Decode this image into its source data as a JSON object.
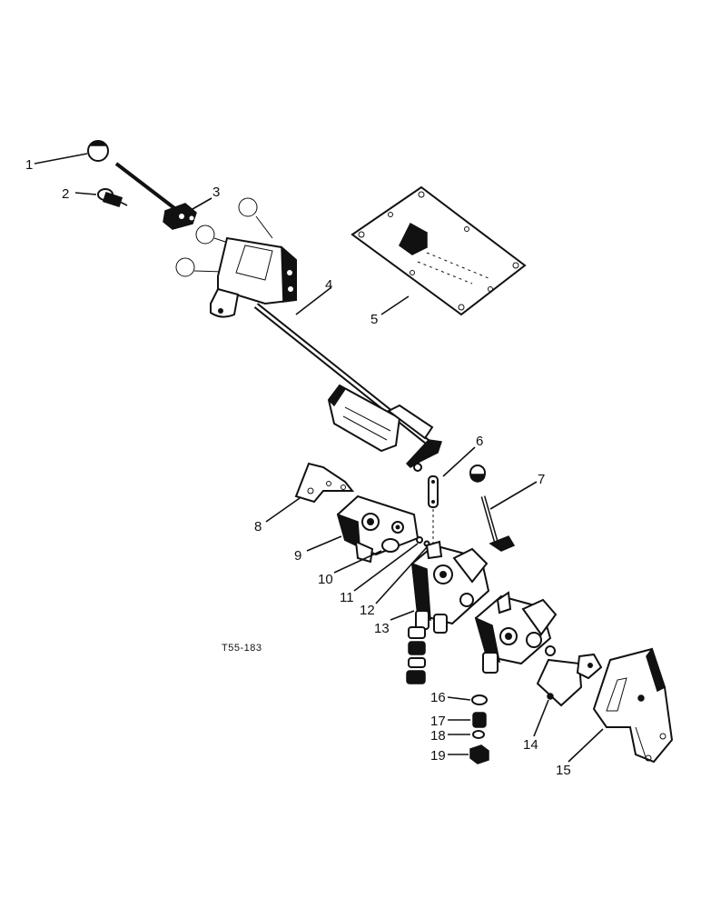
{
  "figure_ref": "T55-183",
  "parts": [
    {
      "number": "1"
    },
    {
      "number": "2"
    },
    {
      "number": "3"
    },
    {
      "number": "4"
    },
    {
      "number": "5"
    },
    {
      "number": "6"
    },
    {
      "number": "7"
    },
    {
      "number": "8"
    },
    {
      "number": "9"
    },
    {
      "number": "10"
    },
    {
      "number": "11"
    },
    {
      "number": "12"
    },
    {
      "number": "13"
    },
    {
      "number": "14"
    },
    {
      "number": "15"
    },
    {
      "number": "16"
    },
    {
      "number": "17"
    },
    {
      "number": "18"
    },
    {
      "number": "19"
    }
  ]
}
